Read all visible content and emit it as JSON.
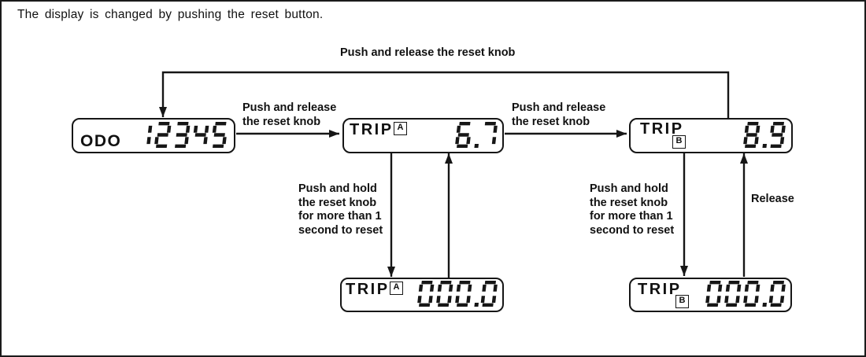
{
  "title": "The display is changed by pushing the reset button.",
  "flow_labels": {
    "loop": "Push and release the reset knob",
    "step1": [
      "Push and release",
      "the reset knob"
    ],
    "step2": [
      "Push and release",
      "the reset knob"
    ],
    "hold_a": [
      "Push and hold",
      "the reset knob",
      "for more than 1",
      "second to reset"
    ],
    "hold_b": [
      "Push and hold",
      "the reset knob",
      "for more than 1",
      "second to reset"
    ],
    "release": "Release"
  },
  "displays": {
    "odo": {
      "label": "ODO",
      "value": "12345"
    },
    "trip_a": {
      "label": "TRIP",
      "indicator": "A",
      "value": "6.7"
    },
    "trip_b": {
      "label": "TRIP",
      "indicator": "B",
      "value": "8.9"
    },
    "trip_a_reset": {
      "label": "TRIP",
      "indicator": "A",
      "value": "000.0"
    },
    "trip_b_reset": {
      "label": "TRIP",
      "indicator": "B",
      "value": "000.0"
    }
  },
  "colors": {
    "ink": "#161616",
    "background": "#ffffff"
  }
}
